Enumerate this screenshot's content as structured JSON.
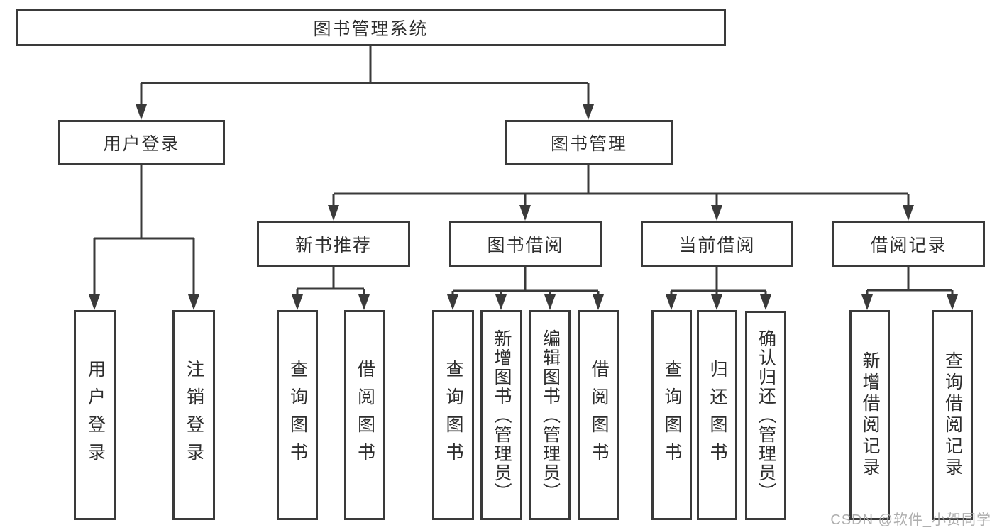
{
  "diagram": {
    "type": "hierarchy-tree",
    "colors": {
      "line": "#3a3a3a",
      "box_border": "#3a3a3a",
      "text": "#2d2d2d",
      "background": "#ffffff",
      "watermark": "#a6a6a6"
    },
    "root": {
      "label": "图书管理系统"
    },
    "branches": [
      {
        "label": "用户登录",
        "children": [
          {
            "label": "用户登录"
          },
          {
            "label": "注销登录"
          }
        ]
      },
      {
        "label": "图书管理",
        "children": [
          {
            "label": "新书推荐",
            "children": [
              {
                "label": "查询图书"
              },
              {
                "label": "借阅图书"
              }
            ]
          },
          {
            "label": "图书借阅",
            "children": [
              {
                "label": "查询图书"
              },
              {
                "label": "新增图书（管理员）"
              },
              {
                "label": "编辑图书（管理员）"
              },
              {
                "label": "借阅图书"
              }
            ]
          },
          {
            "label": "当前借阅",
            "children": [
              {
                "label": "查询图书"
              },
              {
                "label": "归还图书"
              },
              {
                "label": "确认归还（管理员）"
              }
            ]
          },
          {
            "label": "借阅记录",
            "children": [
              {
                "label": "新增借阅记录"
              },
              {
                "label": "查询借阅记录"
              }
            ]
          }
        ]
      }
    ]
  },
  "watermark": {
    "text": "CSDN @软件_小贺同学"
  }
}
